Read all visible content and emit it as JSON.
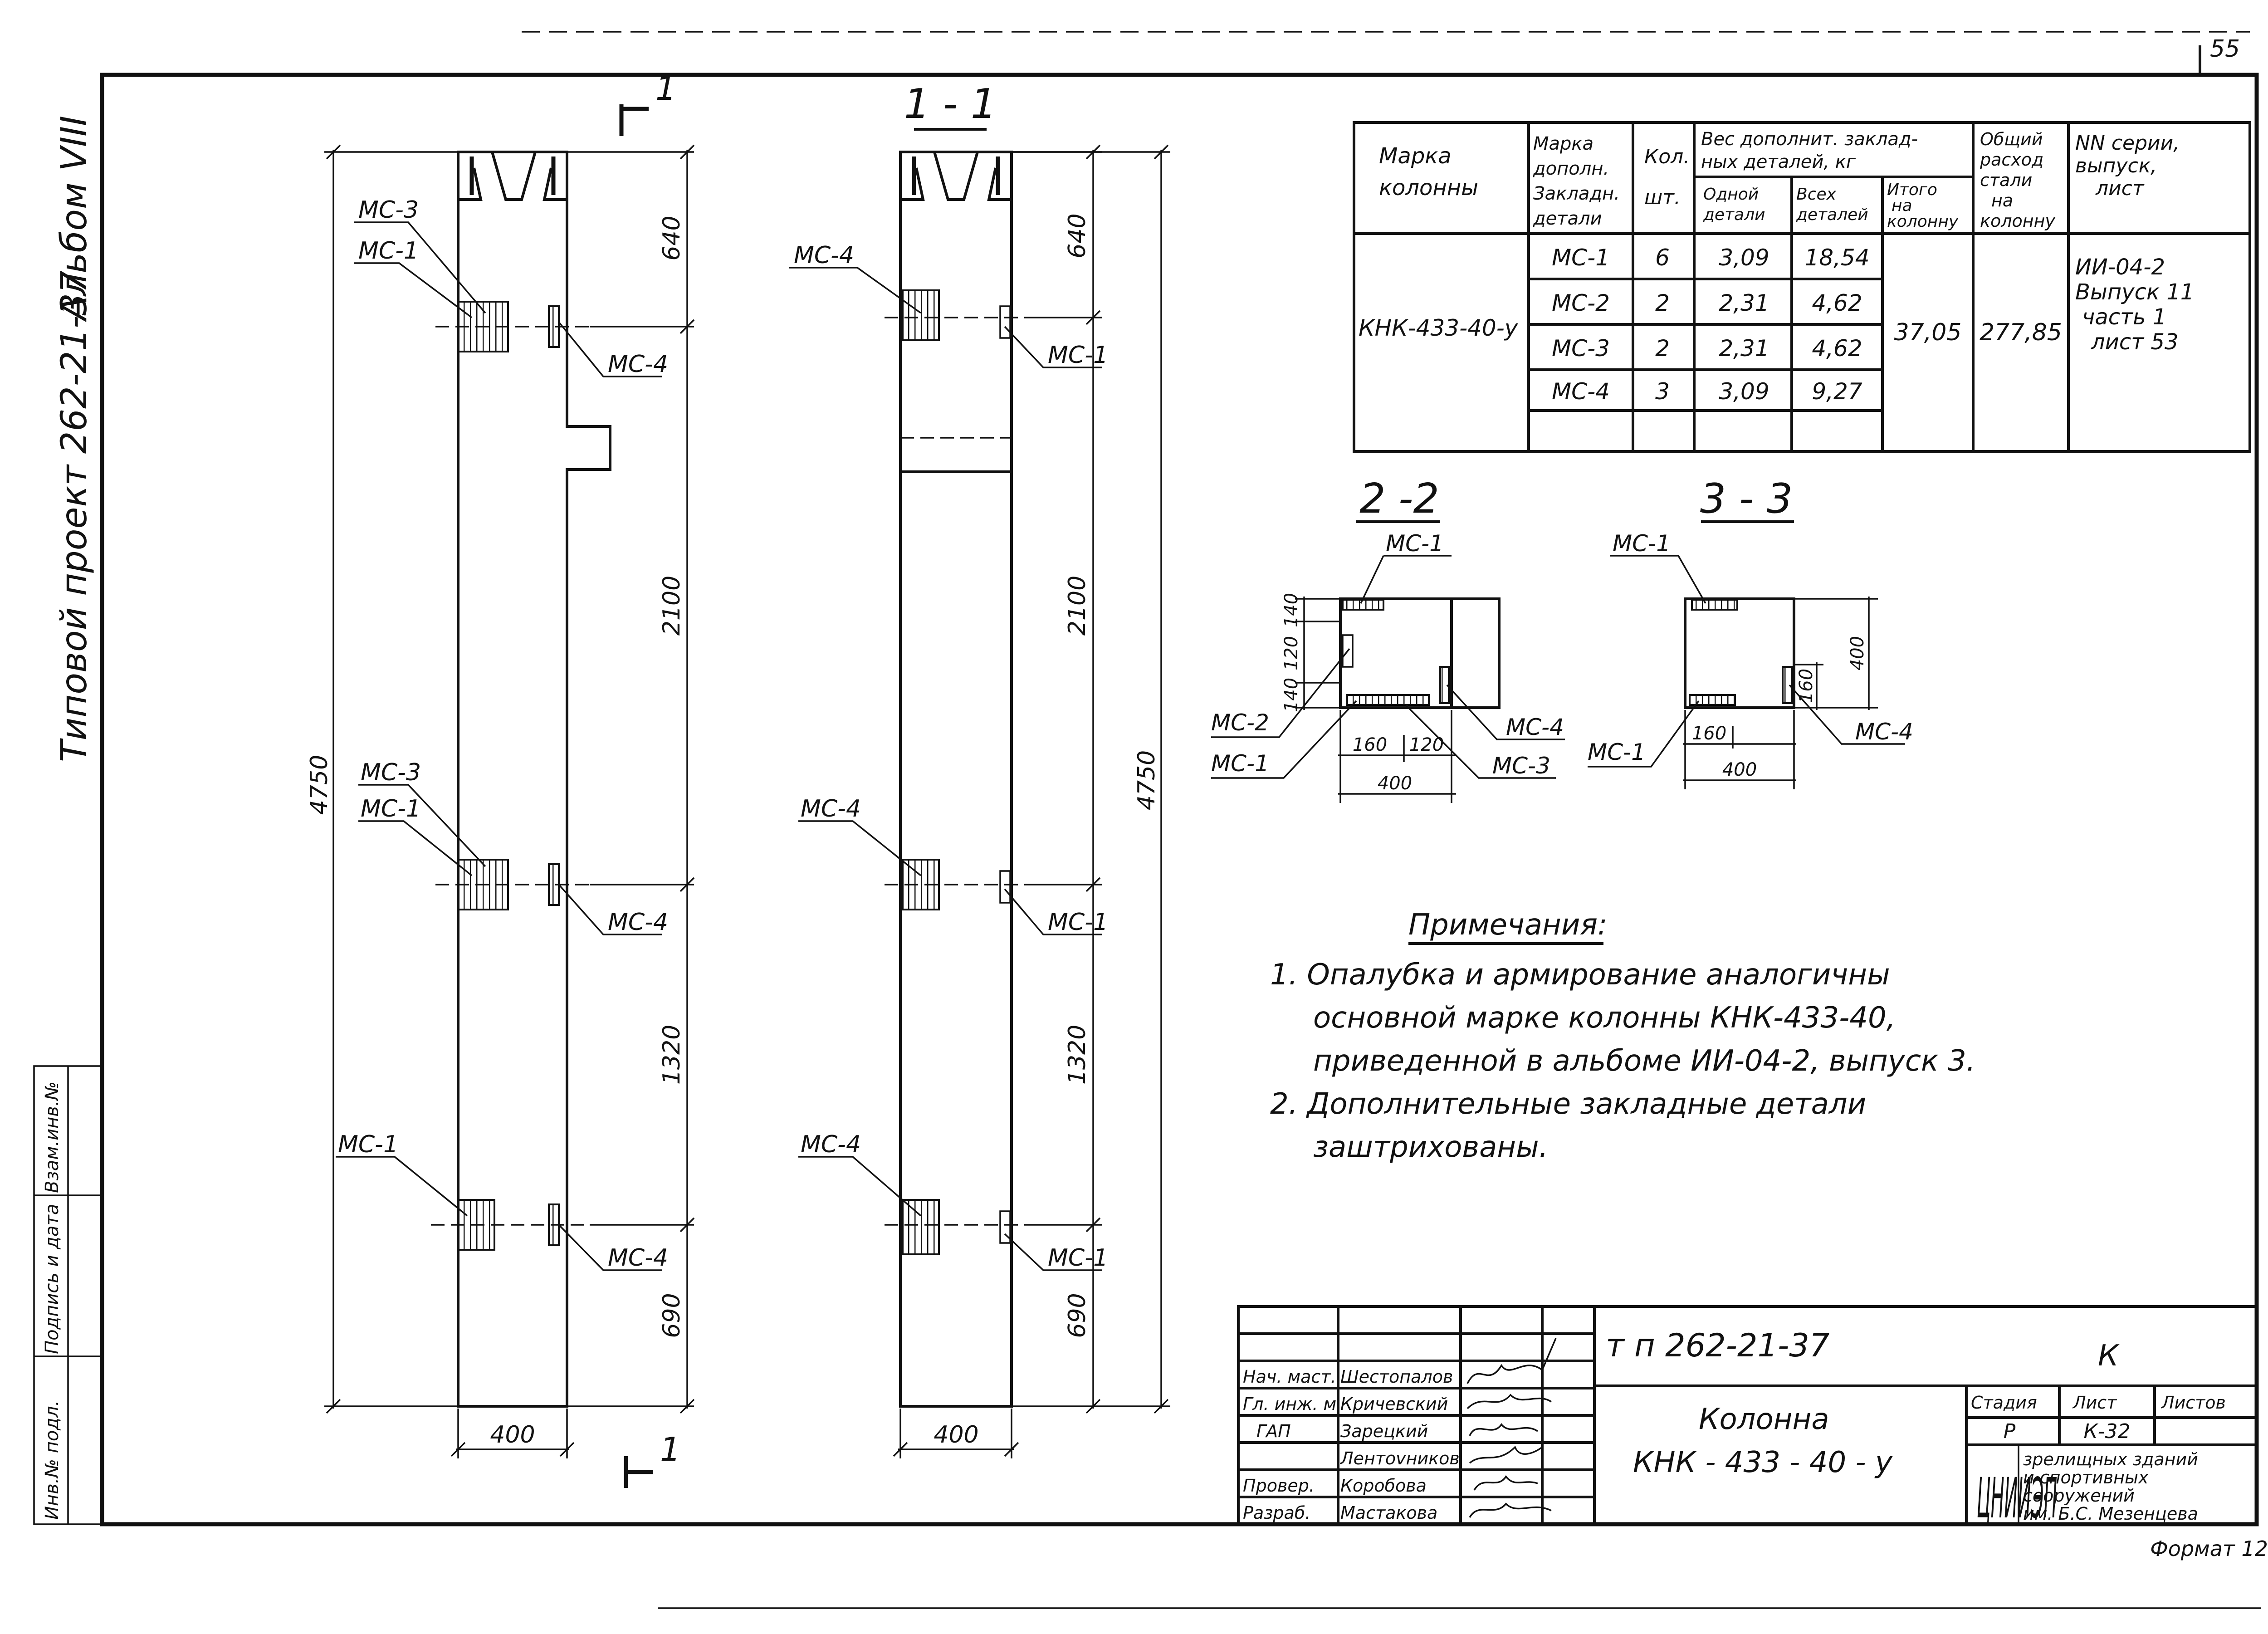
{
  "margin_texts": {
    "album": "Альбом VIII",
    "project": "Типовой проект 262-21-37",
    "inv_orig": "Инв.№ подл.",
    "sign_date": "Подпись и дата",
    "vzam": "Взам.инв.№"
  },
  "sheet_number": "55",
  "elevation_left": {
    "section_marker": "1",
    "total_dim": "4750",
    "dims": [
      "640",
      "2100",
      "1320",
      "690"
    ],
    "width_dim": "400",
    "labels": [
      "МС-3",
      "МС-1",
      "МС-4",
      "МС-3",
      "МС-1",
      "МС-4",
      "МС-1",
      "МС-4"
    ]
  },
  "elevation_right": {
    "title": "1 - 1",
    "total_dim": "4750",
    "dims": [
      "640",
      "2100",
      "1320",
      "690"
    ],
    "width_dim": "400",
    "labels": [
      "МС-4",
      "МС-1",
      "МС-4",
      "МС-1",
      "МС-4",
      "МС-1"
    ]
  },
  "spec_table": {
    "headers": {
      "mark": "Марка колонны",
      "detail": "Марка дополн. Закладн. детали",
      "qty": "Кол. шт.",
      "weight_group": "Вес дополнит. заклад-ных деталей, кг",
      "one": "Одной детали",
      "all": "Всех деталей",
      "total": "Итого на колонну",
      "steel": "Общий расход стали на колонну",
      "series": "NN серии, выпуск, лист"
    },
    "mark": "КНК-433-40-у",
    "rows": [
      {
        "detail": "МС-1",
        "qty": "6",
        "one": "3,09",
        "all": "18,54"
      },
      {
        "detail": "МС-2",
        "qty": "2",
        "one": "2,31",
        "all": "4,62"
      },
      {
        "detail": "МС-3",
        "qty": "2",
        "one": "2,31",
        "all": "4,62"
      },
      {
        "detail": "МС-4",
        "qty": "3",
        "one": "3,09",
        "all": "9,27"
      }
    ],
    "total": "37,05",
    "steel": "277,85",
    "series_lines": [
      "ИИ-04-2",
      "Выпуск 11",
      "часть 1",
      "лист 53"
    ]
  },
  "section_2_2": {
    "title": "2 -2",
    "labels": [
      "МС-1",
      "МС-2",
      "МС-1",
      "МС-4",
      "МС-3"
    ],
    "dims_v": [
      "140",
      "120",
      "140"
    ],
    "dims_h": [
      "160",
      "120",
      "400"
    ]
  },
  "section_3_3": {
    "title": "3 - 3",
    "labels": [
      "МС-1",
      "МС-1",
      "МС-4"
    ],
    "dims_v": [
      "400",
      "160"
    ],
    "dims_h": [
      "160",
      "400"
    ]
  },
  "notes": {
    "title": "Примечания:",
    "lines": [
      "1. Опалубка и армирование аналогичны",
      "основной марке колонны КНК-433-40,",
      "приведенной в альбоме ИИ-04-2, выпуск 3.",
      "2. Дополнительные закладные детали",
      "заштрихованы."
    ]
  },
  "title_block": {
    "project_code": "т п 262-21-37",
    "letter": "К",
    "roles": [
      {
        "role": "Нач. маст.",
        "name": "Шестопалов"
      },
      {
        "role": "Гл. инж. м.",
        "name": "Кричевский"
      },
      {
        "role": "ГАП",
        "name": "Зарецкий"
      },
      {
        "role": "",
        "name": "Лентоvников"
      },
      {
        "role": "Провер.",
        "name": "Коробова"
      },
      {
        "role": "Разраб.",
        "name": "Мастакова"
      }
    ],
    "drawing_title_1": "Колонна",
    "drawing_title_2": "КНК - 433 - 40 - у",
    "stage_label": "Стадия",
    "sheet_label": "Лист",
    "sheets_label": "Листов",
    "stage": "Р",
    "sheet": "К-32",
    "org_logo": "ЦНИИЭП",
    "org_lines": [
      "зрелищных зданий",
      "и спортивных",
      "сооружений",
      "им. Б.С. Мезенцева"
    ],
    "format": "Формат 12"
  }
}
